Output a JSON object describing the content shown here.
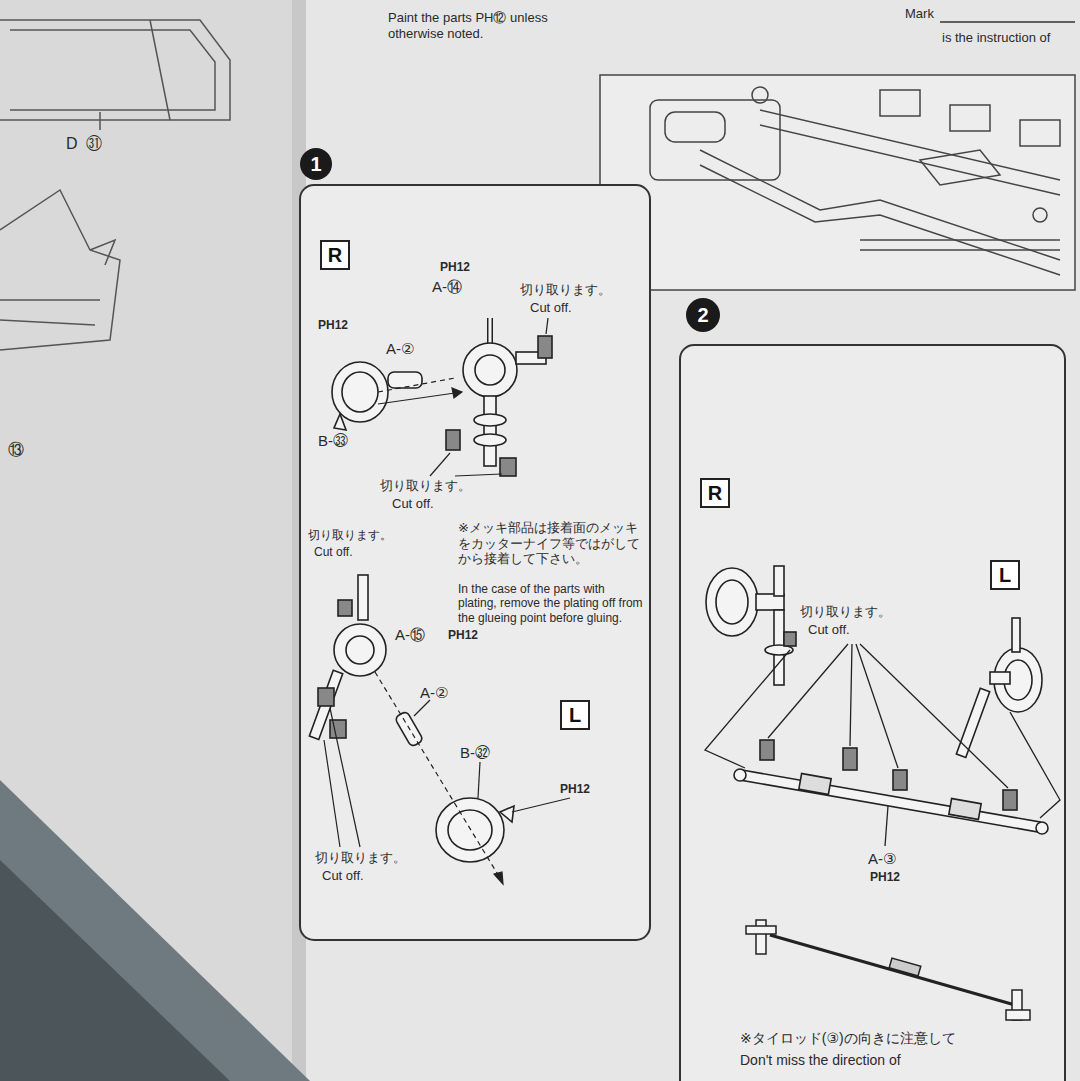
{
  "diagram": {
    "nodes": [
      {
        "text": [
          "1"
        ]
      },
      {
        "text": [
          "R"
        ]
      },
      {
        "text": [
          "L"
        ]
      },
      {
        "text": [
          "2"
        ]
      },
      {
        "text": [
          "R"
        ]
      },
      {
        "text": [
          "L"
        ]
      }
    ],
    "labels": [
      "D",
      "㉛",
      "⑬",
      "Paint the parts PH⑫ unless otherwise noted.",
      "Mark",
      "is the instruction of",
      "PH12",
      "A-⑭",
      "切り取ります。",
      "Cut off.",
      "A-②",
      "PH12",
      "B-㉝",
      "切り取ります。",
      "Cut off.",
      "※メッキ部品は接着面のメッキをカッターナイフ等ではがしてから接着して下さい。",
      "In the case of the parts with plating, remove the plating off from the glueing point before gluing.",
      "切り取ります。",
      "Cut off.",
      "A-⑮",
      "PH12",
      "A-②",
      "B-㉜",
      "PH12",
      "切り取ります。",
      "Cut off.",
      "切り取ります。",
      "Cut off.",
      "A-③",
      "PH12",
      "※タイロッド(③)の向きに注意して",
      "Don't miss the direction of"
    ]
  }
}
